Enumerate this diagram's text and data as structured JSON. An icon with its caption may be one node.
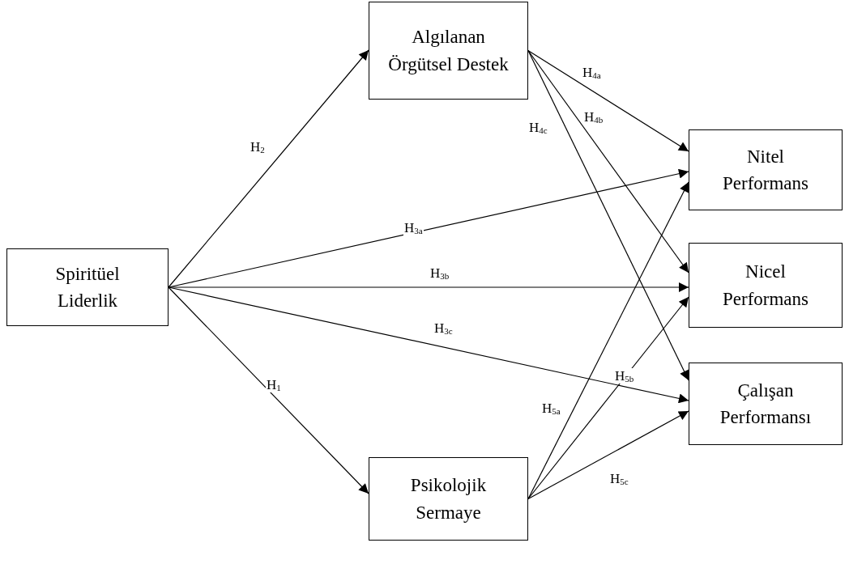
{
  "diagram": {
    "nodes": [
      {
        "text": [
          "Spiritüel Liderlik"
        ]
      },
      {
        "text": [
          "Algılanan Örgütsel Destek"
        ]
      },
      {
        "text": [
          "Psikolojik Sermaye"
        ]
      },
      {
        "text": [
          "Nitel Performans"
        ]
      },
      {
        "text": [
          "Nicel Performans"
        ]
      },
      {
        "text": [
          "Çalışan Performansı"
        ]
      }
    ],
    "edges": [
      {
        "from": 0,
        "to": 1,
        "arrow": "to",
        "label": "H$_{2}$"
      },
      {
        "from": 0,
        "to": 2,
        "arrow": "to",
        "label": "H$_{1}$"
      },
      {
        "from": 0,
        "to": 3,
        "arrow": "to",
        "label": "H$_{3a}$"
      },
      {
        "from": 0,
        "to": 4,
        "arrow": "to",
        "label": "H$_{3b}$"
      },
      {
        "from": 0,
        "to": 5,
        "arrow": "to",
        "label": "H$_{3c}$"
      },
      {
        "from": 1,
        "to": 3,
        "arrow": "to",
        "label": "H$_{4a}$"
      },
      {
        "from": 1,
        "to": 4,
        "arrow": "to",
        "label": "H$_{4b}$"
      },
      {
        "from": 1,
        "to": 5,
        "arrow": "to",
        "label": "H$_{4c}$"
      },
      {
        "from": 2,
        "to": 3,
        "arrow": "to",
        "label": "H$_{5a}$"
      },
      {
        "from": 2,
        "to": 4,
        "arrow": "to",
        "label": "H$_{5b}$"
      },
      {
        "from": 2,
        "to": 5,
        "arrow": "to",
        "label": "H$_{5c}$"
      }
    ]
  }
}
